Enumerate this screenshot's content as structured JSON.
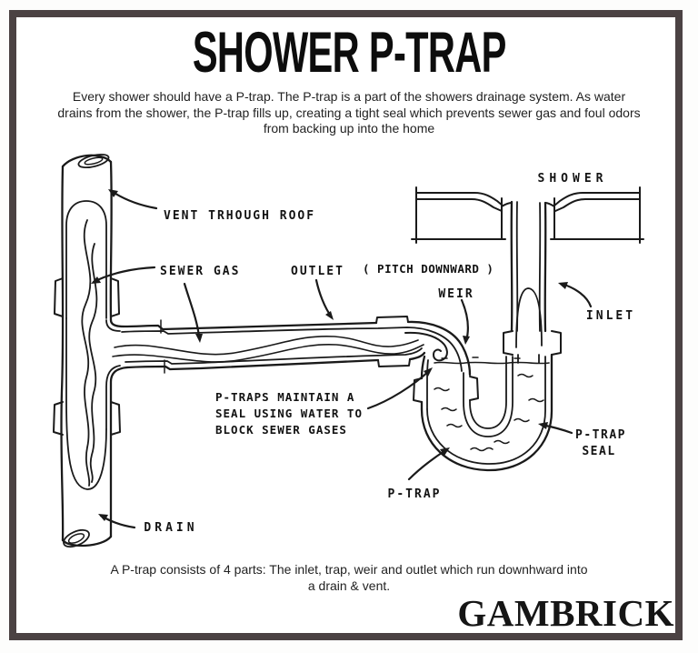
{
  "frame": {
    "border_color": "#4b4243",
    "background": "#ffffff"
  },
  "header": {
    "title": "SHOWER P-TRAP",
    "intro_lines": [
      "Every shower should have a P-trap. The P-trap is a part of the showers drainage system. As water",
      "drains from the shower, the P-trap fills up, creating a tight seal which prevents sewer gas and foul odors",
      "from backing up into the home"
    ]
  },
  "diagram": {
    "ink_color": "#1a1a1a",
    "labels": {
      "vent": "VENT TRHOUGH ROOF",
      "sewer_gas": "SEWER GAS",
      "outlet": "OUTLET",
      "pitch": "( PITCH DOWNWARD )",
      "shower": "SHOWER",
      "weir": "WEIR",
      "inlet": "INLET",
      "note_line1": "P-TRAPS MAINTAIN A",
      "note_line2": "SEAL USING WATER TO",
      "note_line3": "BLOCK SEWER GASES",
      "p_trap": "P-TRAP",
      "p_trap_seal_line1": "P-TRAP",
      "p_trap_seal_line2": "SEAL",
      "drain": "DRAIN"
    }
  },
  "footer": {
    "lines": [
      "A P-trap consists of 4 parts: The inlet, trap, weir and outlet which run downhward into",
      "a drain & vent."
    ],
    "brand": "GAMBRICK"
  }
}
